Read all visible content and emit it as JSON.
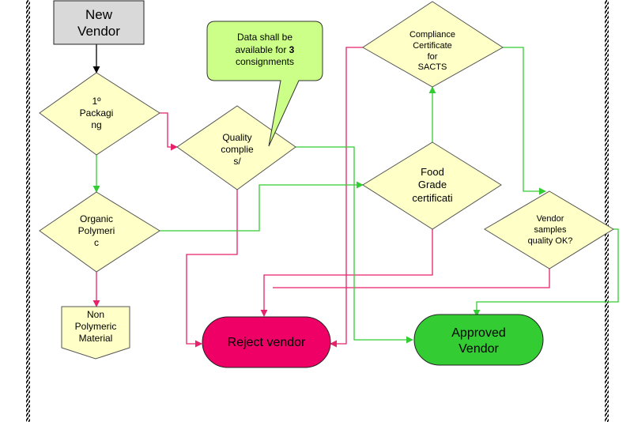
{
  "colors": {
    "decision_fill": "#ffffc8",
    "process_fill": "#d9d9d9",
    "callout_fill": "#ccff88",
    "reject_fill": "#ee0066",
    "approved_fill": "#33cc33",
    "pink_connector": "#e5226b",
    "green_connector": "#33cc33",
    "black_connector": "#000000"
  },
  "nodes": {
    "new_vendor": {
      "lines": [
        "New",
        "Vendor"
      ]
    },
    "primary_packaging": {
      "lines": [
        "1º",
        "Packagi",
        "ng"
      ]
    },
    "quality_complies": {
      "lines": [
        "Quality",
        "complie",
        "s/"
      ]
    },
    "organic_polymeric": {
      "lines": [
        "Organic",
        "Polymeri",
        "c"
      ]
    },
    "non_polymeric": {
      "lines": [
        "Non",
        "Polymeric",
        "Material"
      ]
    },
    "compliance_certificate": {
      "lines": [
        "Compliance",
        "Certificate",
        "for",
        "SACTS"
      ]
    },
    "food_grade": {
      "lines": [
        "Food",
        "Grade",
        "certificati"
      ]
    },
    "vendor_samples": {
      "lines": [
        "Vendor",
        "samples",
        "quality OK?"
      ]
    },
    "reject_vendor": {
      "label": "Reject vendor"
    },
    "approved_vendor": {
      "lines": [
        "Approved",
        "Vendor"
      ]
    }
  },
  "callout": {
    "line1": "Data shall be",
    "line2_prefix": "available for ",
    "line2_bold": "3",
    "line3": "consignments"
  }
}
